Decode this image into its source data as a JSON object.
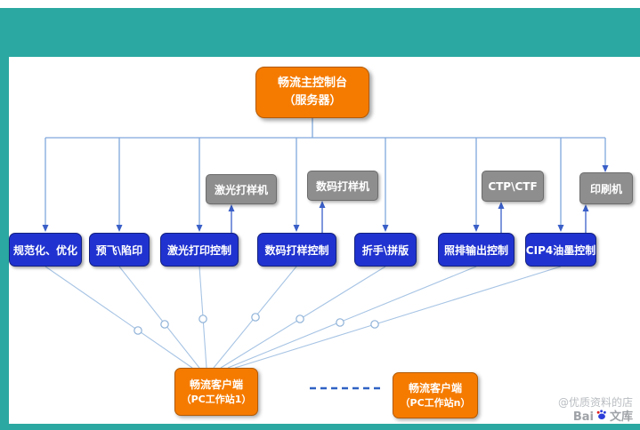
{
  "colors": {
    "teal": "#2ba8a1",
    "orange": "#f57b00",
    "blue": "#2033d0",
    "gray": "#8e8e8e",
    "wire": "#7fa8dc",
    "arrow": "#3a5fc8",
    "dashed_link": "#2f62c4"
  },
  "server": {
    "line1": "畅流主控制台",
    "line2": "（服务器）"
  },
  "devices": [
    {
      "label": "激光打样机"
    },
    {
      "label": "数码打样机"
    },
    {
      "label": "CTP\\CTF"
    },
    {
      "label": "印刷机"
    }
  ],
  "modules": [
    {
      "label": "规范化、优化"
    },
    {
      "label": "预飞\\陷印"
    },
    {
      "label": "激光打印控制"
    },
    {
      "label": "数码打样控制"
    },
    {
      "label": "折手\\拼版"
    },
    {
      "label": "照排输出控制"
    },
    {
      "label": "CIP4油墨控制"
    }
  ],
  "clients": [
    {
      "line1": "畅流客户端",
      "line2": "（PC工作站1）"
    },
    {
      "line1": "畅流客户端",
      "line2": "（PC工作站n）"
    }
  ],
  "watermark": {
    "shop": "@优质资料的店",
    "brand_left": "Bai",
    "brand_right": "文库"
  }
}
